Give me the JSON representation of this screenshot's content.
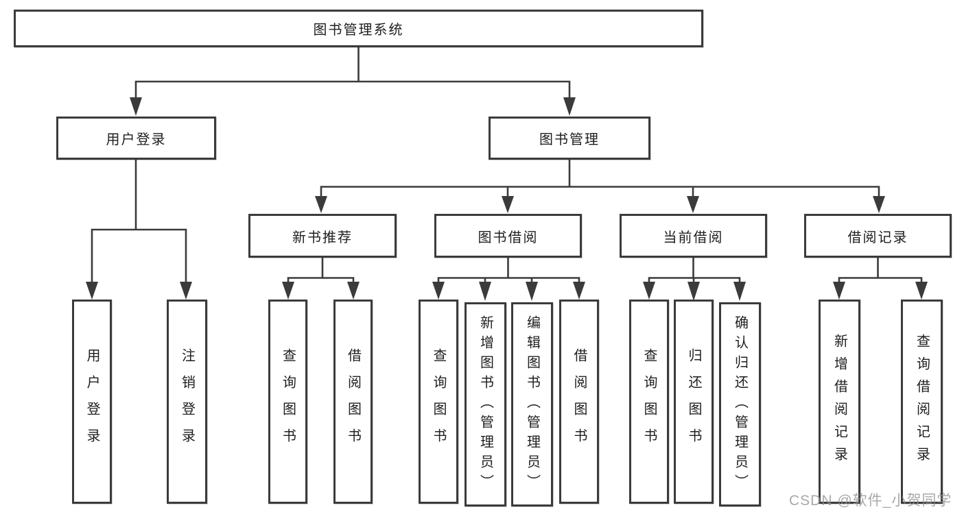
{
  "root": {
    "label": "图书管理系统"
  },
  "level2": [
    {
      "label": "用户登录"
    },
    {
      "label": "图书管理"
    }
  ],
  "level3": [
    {
      "label": "新书推荐"
    },
    {
      "label": "图书借阅"
    },
    {
      "label": "当前借阅"
    },
    {
      "label": "借阅记录"
    }
  ],
  "leaves": [
    {
      "label": "用户登录"
    },
    {
      "label": "注销登录"
    },
    {
      "label": "查询图书"
    },
    {
      "label": "借阅图书"
    },
    {
      "label": "查询图书"
    },
    {
      "label": "新增图书（管理员）"
    },
    {
      "label": "编辑图书（管理员）"
    },
    {
      "label": "借阅图书"
    },
    {
      "label": "查询图书"
    },
    {
      "label": "归还图书"
    },
    {
      "label": "确认归还（管理员）"
    },
    {
      "label": "新增借阅记录"
    },
    {
      "label": "查询借阅记录"
    }
  ],
  "watermark": {
    "text": "CSDN @软件_小贺同学"
  },
  "colors": {
    "line": "#3b3b3b",
    "box_border": "#3b3b3b",
    "text": "#1e1e1e",
    "watermark": "#8f8f8f",
    "background": "#ffffff"
  }
}
